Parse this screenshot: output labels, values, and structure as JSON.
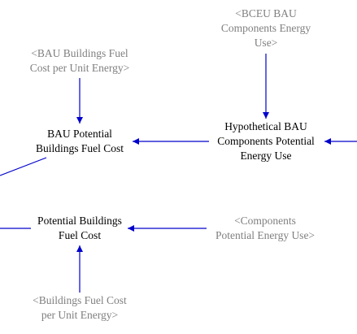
{
  "colors": {
    "arrow": "#0000cc",
    "variable_text": "#000000",
    "shadow_text": "#7f7f7f"
  },
  "nodes": {
    "bceu_bau_components_energy_use": {
      "kind": "shadow",
      "lines": [
        "<BCEU BAU",
        "Components Energy",
        "Use>"
      ]
    },
    "bau_buildings_fuel_cost_per_unit_energy": {
      "kind": "shadow",
      "lines": [
        "<BAU Buildings Fuel",
        "Cost per Unit Energy>"
      ]
    },
    "bau_potential_buildings_fuel_cost": {
      "kind": "variable",
      "lines": [
        "BAU Potential",
        "Buildings Fuel Cost"
      ]
    },
    "hypothetical_bau_components_potential_energy_use": {
      "kind": "variable",
      "lines": [
        "Hypothetical BAU",
        "Components Potential",
        "Energy Use"
      ]
    },
    "potential_buildings_fuel_cost": {
      "kind": "variable",
      "lines": [
        "Potential Buildings",
        "Fuel Cost"
      ]
    },
    "components_potential_energy_use": {
      "kind": "shadow",
      "lines": [
        "<Components",
        "Potential Energy Use>"
      ]
    },
    "buildings_fuel_cost_per_unit_energy": {
      "kind": "shadow",
      "lines": [
        "<Buildings Fuel Cost",
        "per Unit Energy>"
      ]
    }
  },
  "links": [
    {
      "from": "bceu_bau_components_energy_use",
      "to": "hypothetical_bau_components_potential_energy_use"
    },
    {
      "from": "bau_buildings_fuel_cost_per_unit_energy",
      "to": "bau_potential_buildings_fuel_cost"
    },
    {
      "from": "hypothetical_bau_components_potential_energy_use",
      "to": "bau_potential_buildings_fuel_cost"
    },
    {
      "from": "offscreen_right",
      "to": "hypothetical_bau_components_potential_energy_use"
    },
    {
      "from": "bau_potential_buildings_fuel_cost",
      "to": "offscreen_left"
    },
    {
      "from": "components_potential_energy_use",
      "to": "potential_buildings_fuel_cost"
    },
    {
      "from": "buildings_fuel_cost_per_unit_energy",
      "to": "potential_buildings_fuel_cost"
    },
    {
      "from": "potential_buildings_fuel_cost",
      "to": "offscreen_left"
    }
  ]
}
